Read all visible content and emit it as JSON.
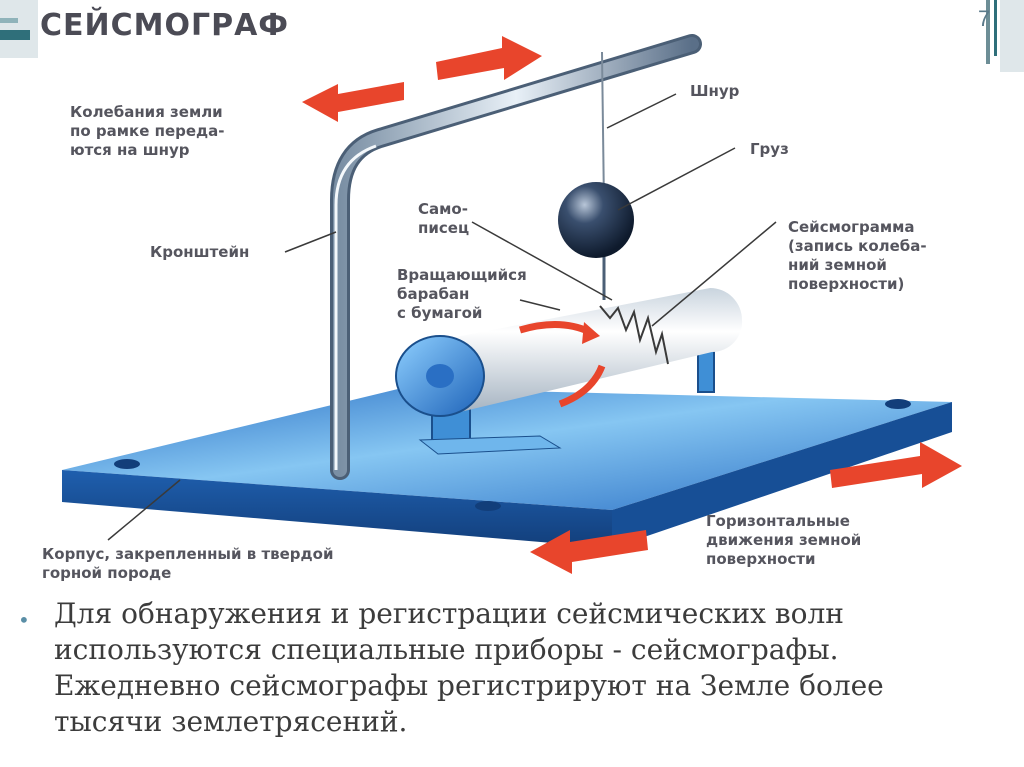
{
  "slide": {
    "title": "СЕЙСМОГРАФ",
    "slide_number": "7"
  },
  "labels": {
    "kolebaniya": "Колебания земли\nпо рамке переда-\nются на шнур",
    "shnur": "Шнур",
    "gruz": "Груз",
    "samopisets": "Само-\nписец",
    "kronshtein": "Кронштейн",
    "baraban": "Вращающийся\nбарабан\nс бумагой",
    "seismogramma": "Сейсмограмма\n(запись колеба-\nний земной\nповерхности)",
    "gorizontalnye": "Горизонтальные\nдвижения земной\nповерхности",
    "korpus": "Корпус, закрепленный в твердой\nгорной породе"
  },
  "bullet": {
    "lines": [
      "Для обнаружения и регистрации сейсмических волн",
      "используются специальные приборы - сейсмографы.",
      "Ежедневно сейсмографы регистрируют на Земле более",
      "тысячи землетрясений."
    ]
  },
  "colors": {
    "accent_teal": "#2f6f7a",
    "arrow_red": "#e8452c",
    "metal_blue": "#3f8fd6",
    "label_gray": "#55555e"
  },
  "icons": [
    "bullet-dot-icon",
    "arrow-left-icon",
    "arrow-right-icon"
  ]
}
